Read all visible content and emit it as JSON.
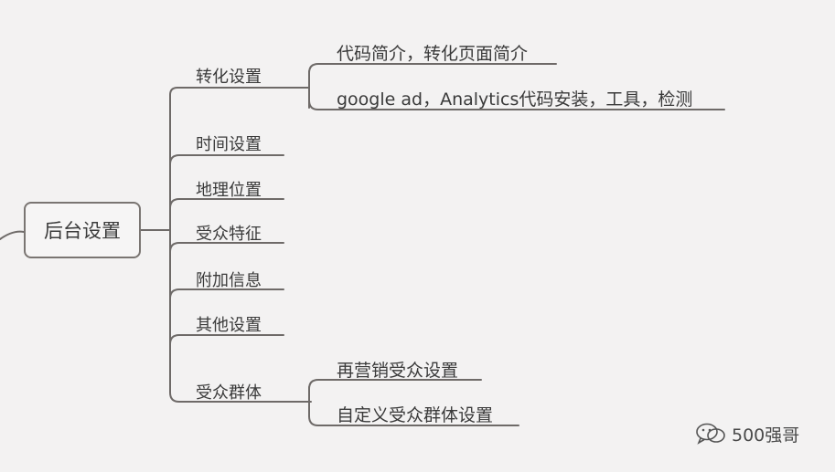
{
  "root": {
    "label": "后台设置"
  },
  "branches": [
    {
      "label": "转化设置",
      "children": [
        {
          "label": "代码简介，转化页面简介"
        },
        {
          "label": "google ad，Analytics代码安装，工具，检测"
        }
      ]
    },
    {
      "label": "时间设置"
    },
    {
      "label": "地理位置"
    },
    {
      "label": "受众特征"
    },
    {
      "label": "附加信息"
    },
    {
      "label": "其他设置"
    },
    {
      "label": "受众群体",
      "children": [
        {
          "label": "再营销受众设置"
        },
        {
          "label": "自定义受众群体设置"
        }
      ]
    }
  ],
  "watermark": {
    "text": "500强哥"
  },
  "colors": {
    "line": "#6e6a68",
    "background": "#f3f2f2",
    "text": "#3a3a3a"
  }
}
